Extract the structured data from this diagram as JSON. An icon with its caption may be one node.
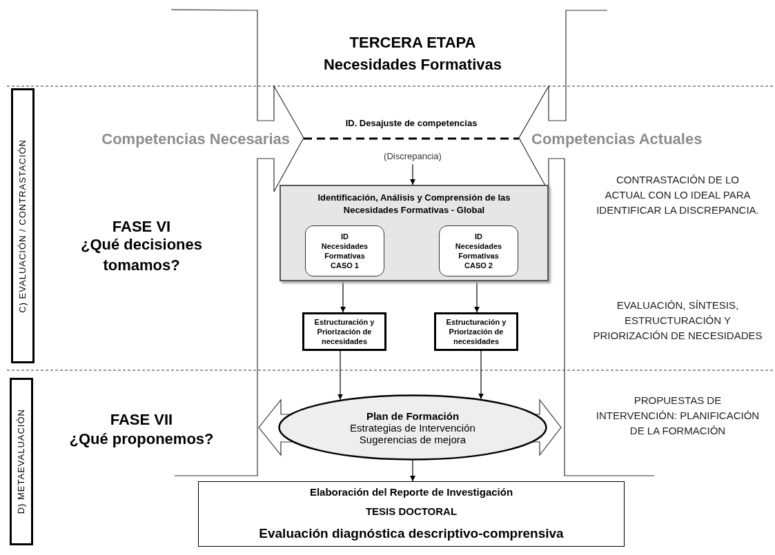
{
  "diagram": {
    "title": "TERCERA ETAPA Necesidades Formativas",
    "nodes": [
      {
        "text": [
          "C) EVALUACIÓN / CONTRASTACIÓN"
        ]
      },
      {
        "text": [
          "D) METAEVALUACIÓN"
        ]
      },
      {
        "text": [
          "Competencias Necesarias"
        ]
      },
      {
        "text": [
          "Competencias Actuales"
        ]
      },
      {
        "text": [
          "(Discrepancia)"
        ]
      },
      {
        "text": [
          "Identificación, Análisis y Comprensión de las Necesidades Formativas - Global"
        ]
      },
      {
        "text": [
          "ID Necesidades Formativas CASO 1"
        ],
        "in": 5
      },
      {
        "text": [
          "ID Necesidades Formativas CASO 2"
        ],
        "in": 5
      },
      {
        "text": [
          "Estructuración y Priorización de necesidades"
        ]
      },
      {
        "text": [
          "Estructuración y Priorización de necesidades"
        ]
      },
      {
        "text": [
          "Plan de Formación",
          "Estrategias de Intervención",
          "Sugerencias de mejora"
        ]
      },
      {
        "text": [
          "Elaboración del Reporte de Investigación",
          "TESIS DOCTORAL",
          "Evaluación diagnóstica descriptivo-comprensiva"
        ]
      }
    ],
    "edges": [
      {
        "from": 2,
        "to": 3,
        "arrow": "none",
        "label": "ID. Desajuste de competencias",
        "style": "dashed"
      },
      {
        "from": 4,
        "to": 5,
        "arrow": "to"
      },
      {
        "from": 6,
        "to": 8,
        "arrow": "to"
      },
      {
        "from": 7,
        "to": 9,
        "arrow": "to"
      },
      {
        "from": 8,
        "to": 10,
        "arrow": "to"
      },
      {
        "from": 9,
        "to": 10,
        "arrow": "to"
      },
      {
        "from": 10,
        "to": 11,
        "arrow": "to"
      }
    ],
    "labels": [
      "FASE VI",
      "¿Qué decisiones tomamos?",
      "FASE VII",
      "¿Qué proponemos?",
      "CONTRASTACIÓN DE LO ACTUAL CON LO IDEAL PARA IDENTIFICAR LA DISCREPANCIA.",
      "EVALUACIÓN, SÍNTESIS, ESTRUCTURACIÓN Y PRIORIZACIÓN DE NECESIDADES",
      "PROPUESTAS DE INTERVENCIÓN: PLANIFICACIÓN DE LA FORMACIÓN"
    ]
  }
}
